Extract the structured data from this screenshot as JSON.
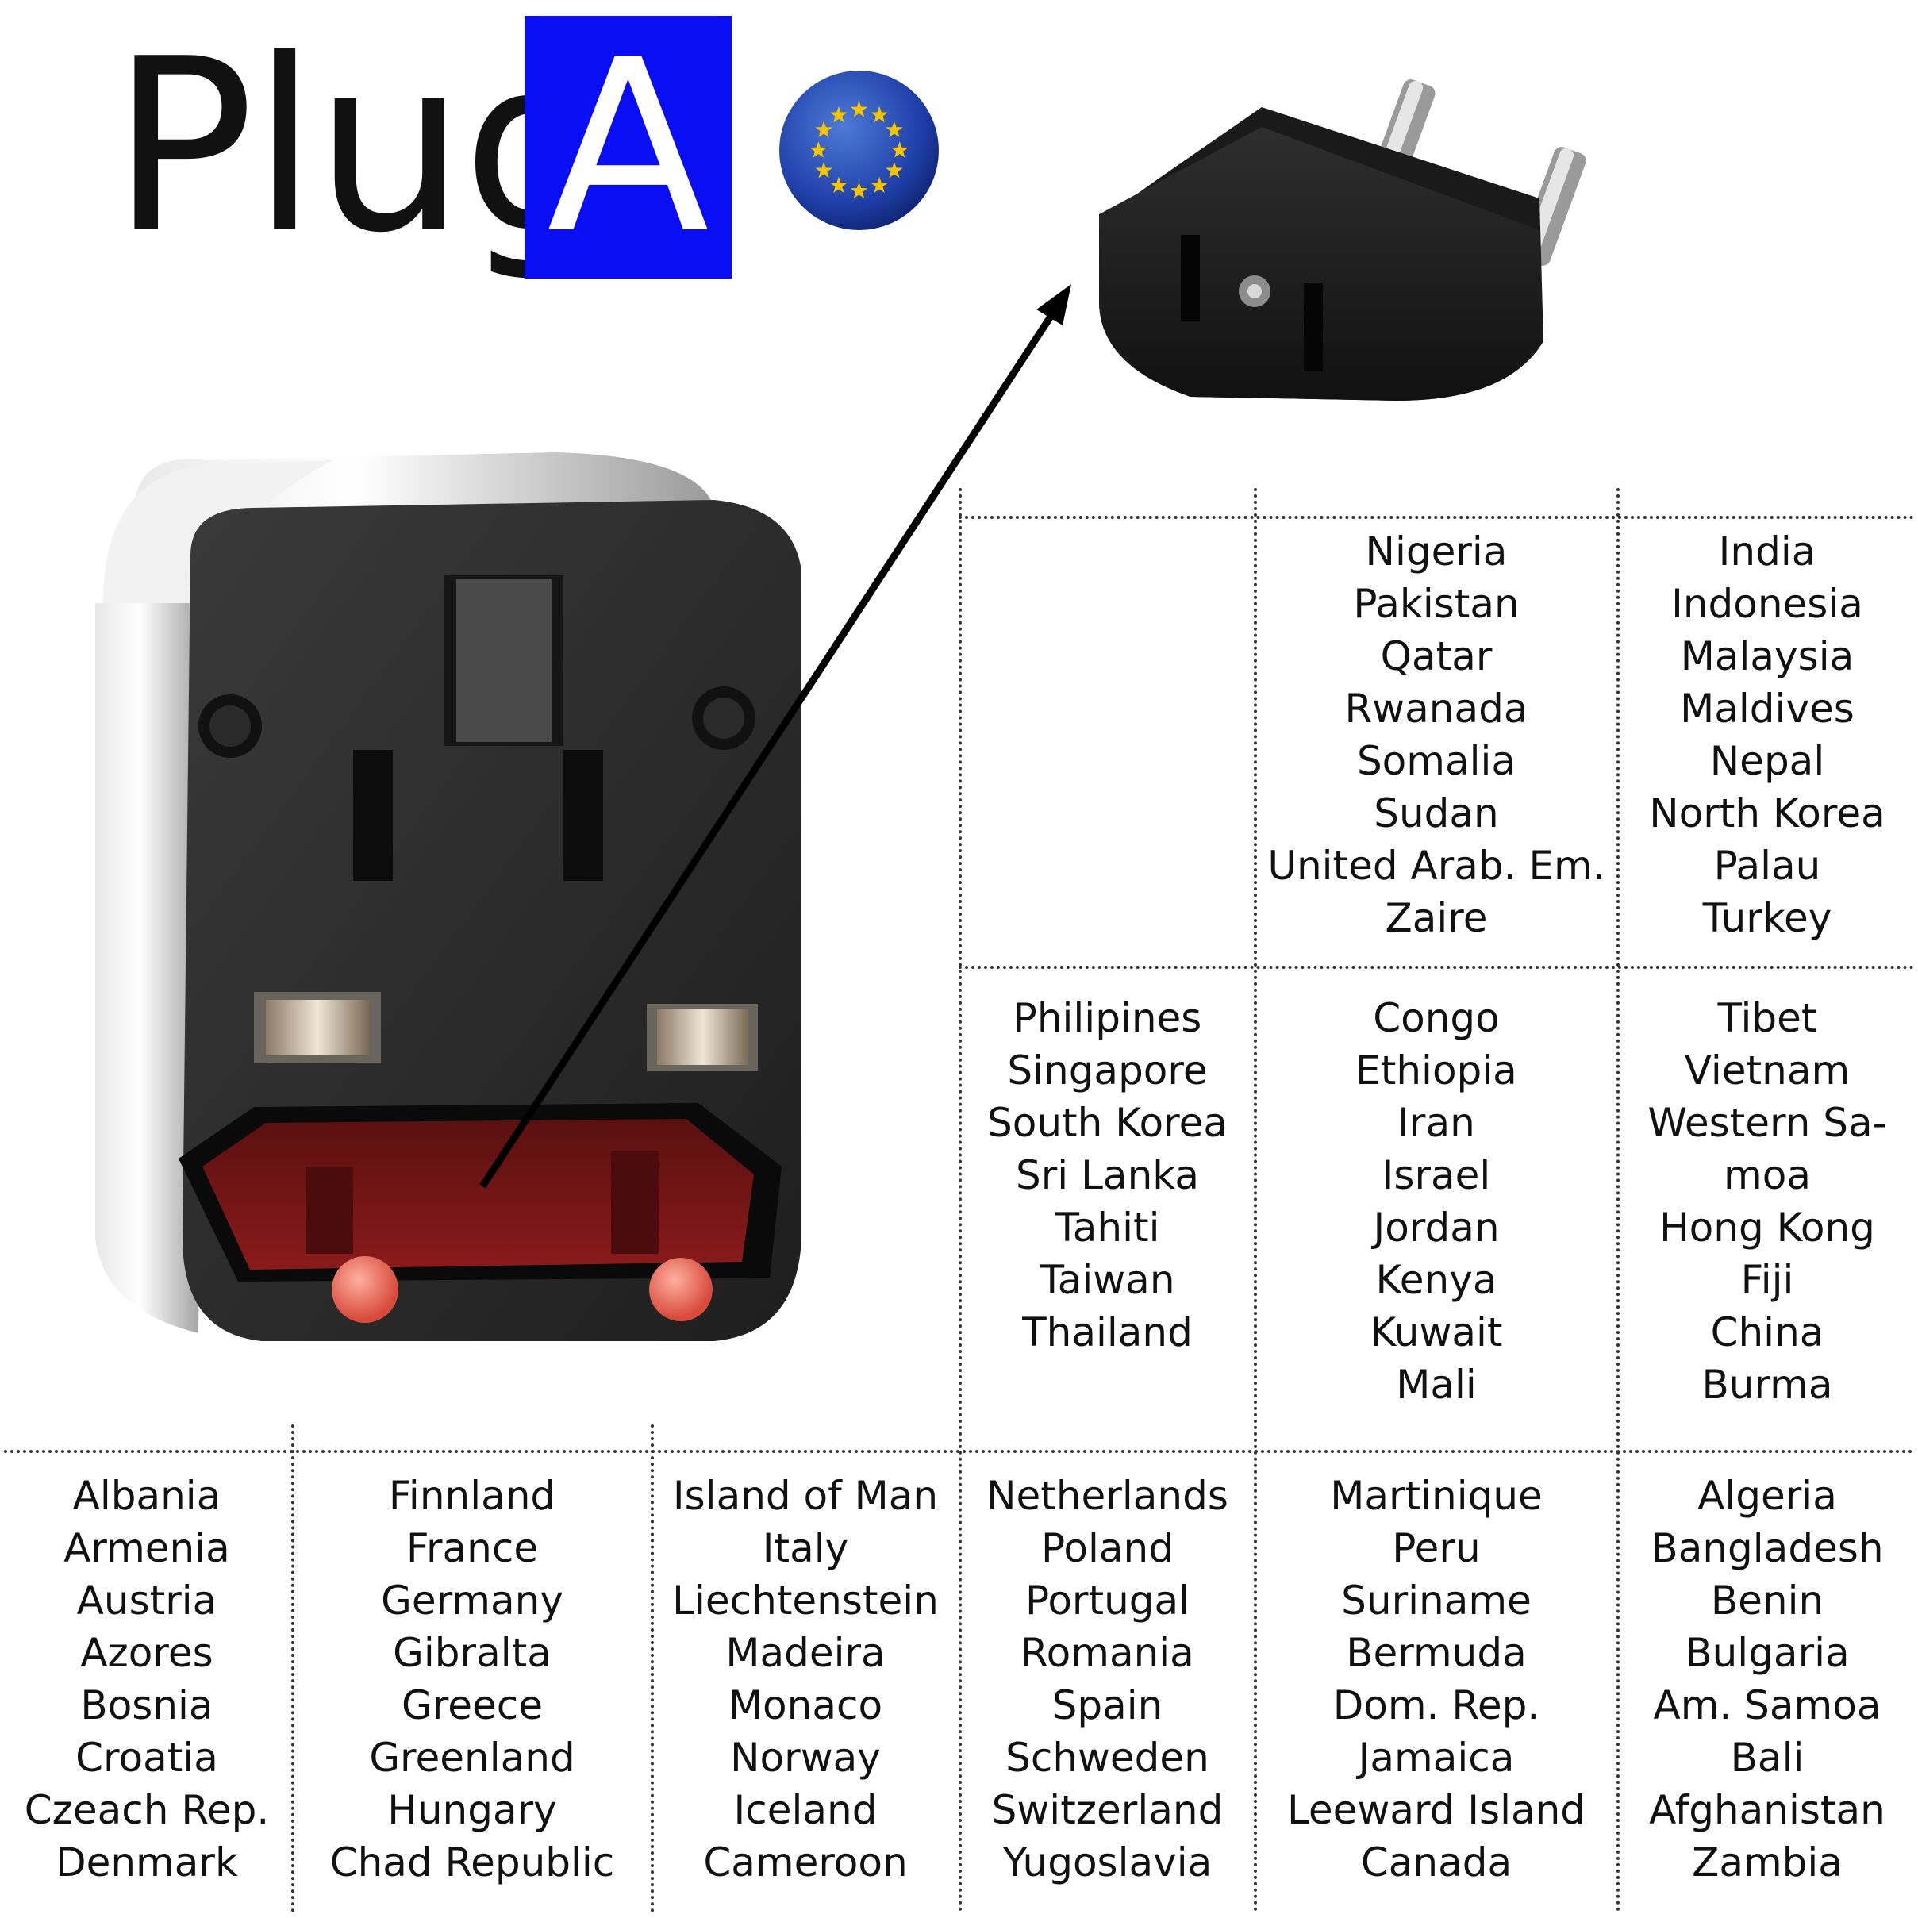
{
  "title": {
    "word": "Plug",
    "letter": "A"
  },
  "colors": {
    "title_box": "#0a0ef5",
    "flag_blue": "#1f3fa8",
    "flag_star": "#f5c400",
    "plug_body": "#2a2a2a",
    "pin_red": "#8a1a1a"
  },
  "icons": {
    "flag": "eu-flag-icon",
    "adapter_uk": "uk-adapter-photo",
    "adapter_eu": "eu-adapter-photo",
    "arrow": "arrow-icon"
  },
  "grid": {
    "row1": [
      {
        "countries": []
      },
      {
        "countries": [
          "Nigeria",
          "Pakistan",
          "Qatar",
          "Rwanada",
          "Somalia",
          "Sudan",
          "United Arab. Em.",
          "Zaire"
        ]
      },
      {
        "countries": [
          "India",
          "Indonesia",
          "Malaysia",
          "Maldives",
          "Nepal",
          "North Korea",
          "Palau",
          "Turkey"
        ]
      }
    ],
    "row2": [
      {
        "countries": [
          "Philipines",
          "Singapore",
          "South Korea",
          "Sri Lanka",
          "Tahiti",
          "Taiwan",
          "Thailand"
        ]
      },
      {
        "countries": [
          "Congo",
          "Ethiopia",
          "Iran",
          "Israel",
          "Jordan",
          "Kenya",
          "Kuwait",
          "Mali"
        ]
      },
      {
        "countries": [
          "Tibet",
          "Vietnam",
          "Western Sa-",
          "moa",
          "Hong Kong",
          "Fiji",
          "China",
          "Burma"
        ]
      }
    ],
    "row3": [
      {
        "countries": [
          "Albania",
          "Armenia",
          "Austria",
          "Azores",
          "Bosnia",
          "Croatia",
          "Czeach Rep.",
          "Denmark"
        ]
      },
      {
        "countries": [
          "Finnland",
          "France",
          "Germany",
          "Gibralta",
          "Greece",
          "Greenland",
          "Hungary",
          "Chad Republic"
        ]
      },
      {
        "countries": [
          "Island of Man",
          "Italy",
          "Liechtenstein",
          "Madeira",
          "Monaco",
          "Norway",
          "Iceland",
          "Cameroon"
        ]
      },
      {
        "countries": [
          "Netherlands",
          "Poland",
          "Portugal",
          "Romania",
          "Spain",
          "Schweden",
          "Switzerland",
          "Yugoslavia"
        ]
      },
      {
        "countries": [
          "Martinique",
          "Peru",
          "Suriname",
          "Bermuda",
          "Dom. Rep.",
          "Jamaica",
          "Leeward Island",
          "Canada"
        ]
      },
      {
        "countries": [
          "Algeria",
          "Bangladesh",
          "Benin",
          "Bulgaria",
          "Am. Samoa",
          "Bali",
          "Afghanistan",
          "Zambia"
        ]
      }
    ]
  }
}
